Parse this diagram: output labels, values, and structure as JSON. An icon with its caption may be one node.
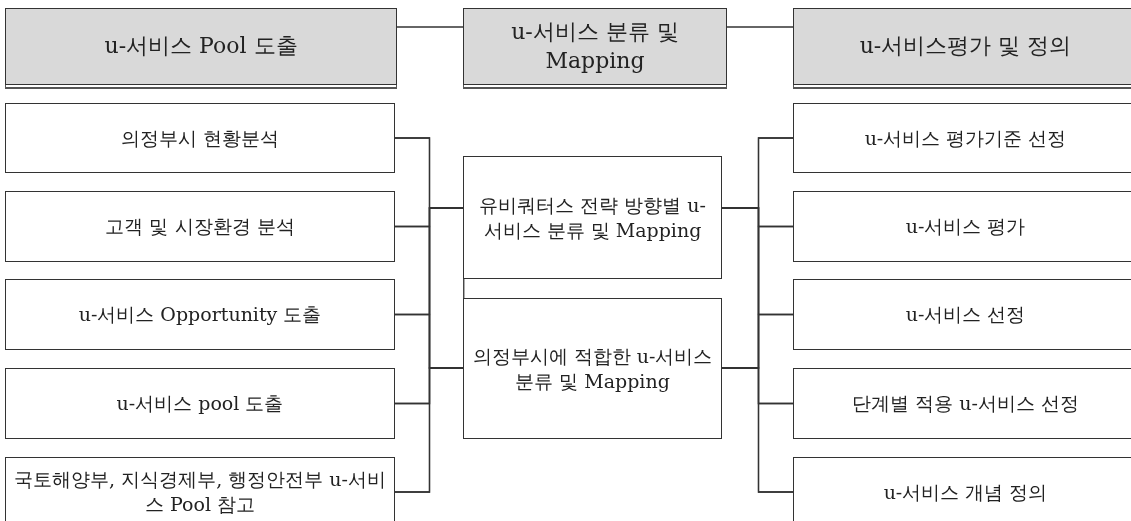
{
  "diagram": {
    "nodes": [
      {
        "text": [
          "u-서비스 Pool 도출"
        ]
      },
      {
        "text": [
          "u-서비스 분류 및 Mapping"
        ]
      },
      {
        "text": [
          "u-서비스평가 및 정의"
        ]
      },
      {
        "text": [
          "의정부시 현황분석"
        ]
      },
      {
        "text": [
          "고객 및 시장환경 분석"
        ]
      },
      {
        "text": [
          "u-서비스 Opportunity 도출"
        ]
      },
      {
        "text": [
          "u-서비스 pool 도출"
        ]
      },
      {
        "text": [
          "국토해양부, 지식경제부, 행정안전부 u-서비스 Pool 참고"
        ]
      },
      {
        "text": [
          "유비쿼터스 전략 방향별 u-서비스 분류 및 Mapping"
        ]
      },
      {
        "text": [
          "의정부시에 적합한 u-서비스 분류 및 Mapping"
        ]
      },
      {
        "text": [
          "u-서비스 평가기준 선정"
        ]
      },
      {
        "text": [
          "u-서비스 평가"
        ]
      },
      {
        "text": [
          "u-서비스 선정"
        ]
      },
      {
        "text": [
          "단계별 적용 u-서비스 선정"
        ]
      },
      {
        "text": [
          "u-서비스 개념 정의"
        ]
      }
    ],
    "edges": [
      {
        "from": 0,
        "to": 1,
        "arrow": "none"
      },
      {
        "from": 1,
        "to": 2,
        "arrow": "none"
      },
      {
        "from": 3,
        "to": 8,
        "arrow": "none"
      },
      {
        "from": 4,
        "to": 8,
        "arrow": "none"
      },
      {
        "from": 5,
        "to": 8,
        "arrow": "none"
      },
      {
        "from": 6,
        "to": 8,
        "arrow": "none"
      },
      {
        "from": 7,
        "to": 8,
        "arrow": "none"
      },
      {
        "from": 3,
        "to": 9,
        "arrow": "none"
      },
      {
        "from": 4,
        "to": 9,
        "arrow": "none"
      },
      {
        "from": 5,
        "to": 9,
        "arrow": "none"
      },
      {
        "from": 6,
        "to": 9,
        "arrow": "none"
      },
      {
        "from": 7,
        "to": 9,
        "arrow": "none"
      },
      {
        "from": 8,
        "to": 9,
        "arrow": "none"
      },
      {
        "from": 8,
        "to": 10,
        "arrow": "none"
      },
      {
        "from": 8,
        "to": 11,
        "arrow": "none"
      },
      {
        "from": 8,
        "to": 12,
        "arrow": "none"
      },
      {
        "from": 8,
        "to": 13,
        "arrow": "none"
      },
      {
        "from": 8,
        "to": 14,
        "arrow": "none"
      },
      {
        "from": 9,
        "to": 10,
        "arrow": "none"
      },
      {
        "from": 9,
        "to": 11,
        "arrow": "none"
      },
      {
        "from": 9,
        "to": 12,
        "arrow": "none"
      },
      {
        "from": 9,
        "to": 13,
        "arrow": "none"
      },
      {
        "from": 9,
        "to": 14,
        "arrow": "none"
      }
    ]
  }
}
